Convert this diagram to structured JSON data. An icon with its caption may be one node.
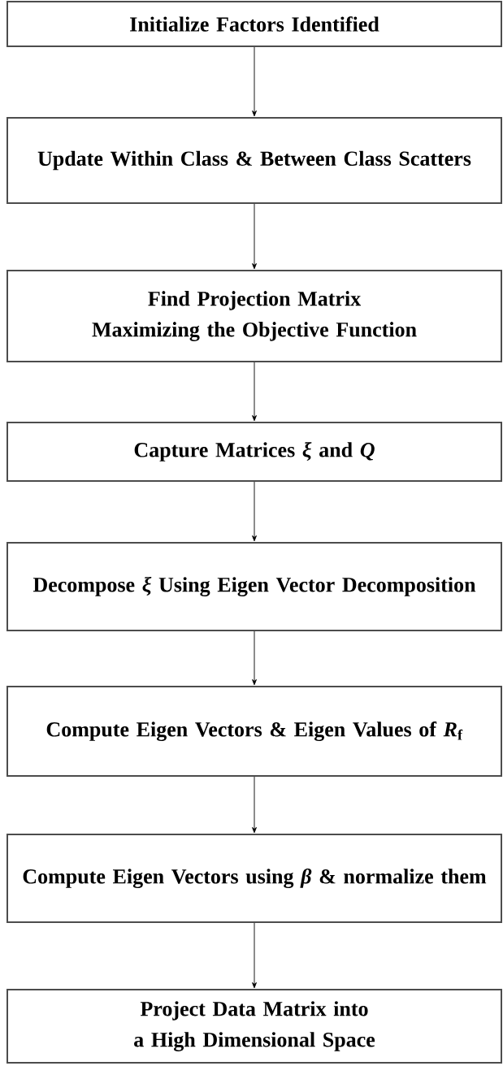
{
  "diagram": {
    "nodes": [
      {
        "text": [
          "Initialize Factors Identified"
        ]
      },
      {
        "text": [
          "Update Within Class & Between Class Scatters"
        ]
      },
      {
        "text": [
          "Find Projection Matrix Maximizing the Objective Function"
        ]
      },
      {
        "text": [
          "Capture Matrices *ξ* and *Q*"
        ]
      },
      {
        "text": [
          "Decompose *ξ* Using Eigen Vector Decomposition"
        ]
      },
      {
        "text": [
          "Compute Eigen Vectors & Eigen Values of *R*$_{f}$"
        ]
      },
      {
        "text": [
          "Compute Eigen Vectors using *β* & normalize them"
        ]
      },
      {
        "text": [
          "Project Data Matrix into a High Dimensional Space"
        ]
      }
    ],
    "edges": [
      {
        "from": 0,
        "to": 1,
        "arrow": "to"
      },
      {
        "from": 1,
        "to": 2,
        "arrow": "to"
      },
      {
        "from": 2,
        "to": 3,
        "arrow": "to"
      },
      {
        "from": 3,
        "to": 4,
        "arrow": "to"
      },
      {
        "from": 4,
        "to": 5,
        "arrow": "to"
      },
      {
        "from": 5,
        "to": 6,
        "arrow": "to"
      },
      {
        "from": 6,
        "to": 7,
        "arrow": "to"
      }
    ]
  }
}
